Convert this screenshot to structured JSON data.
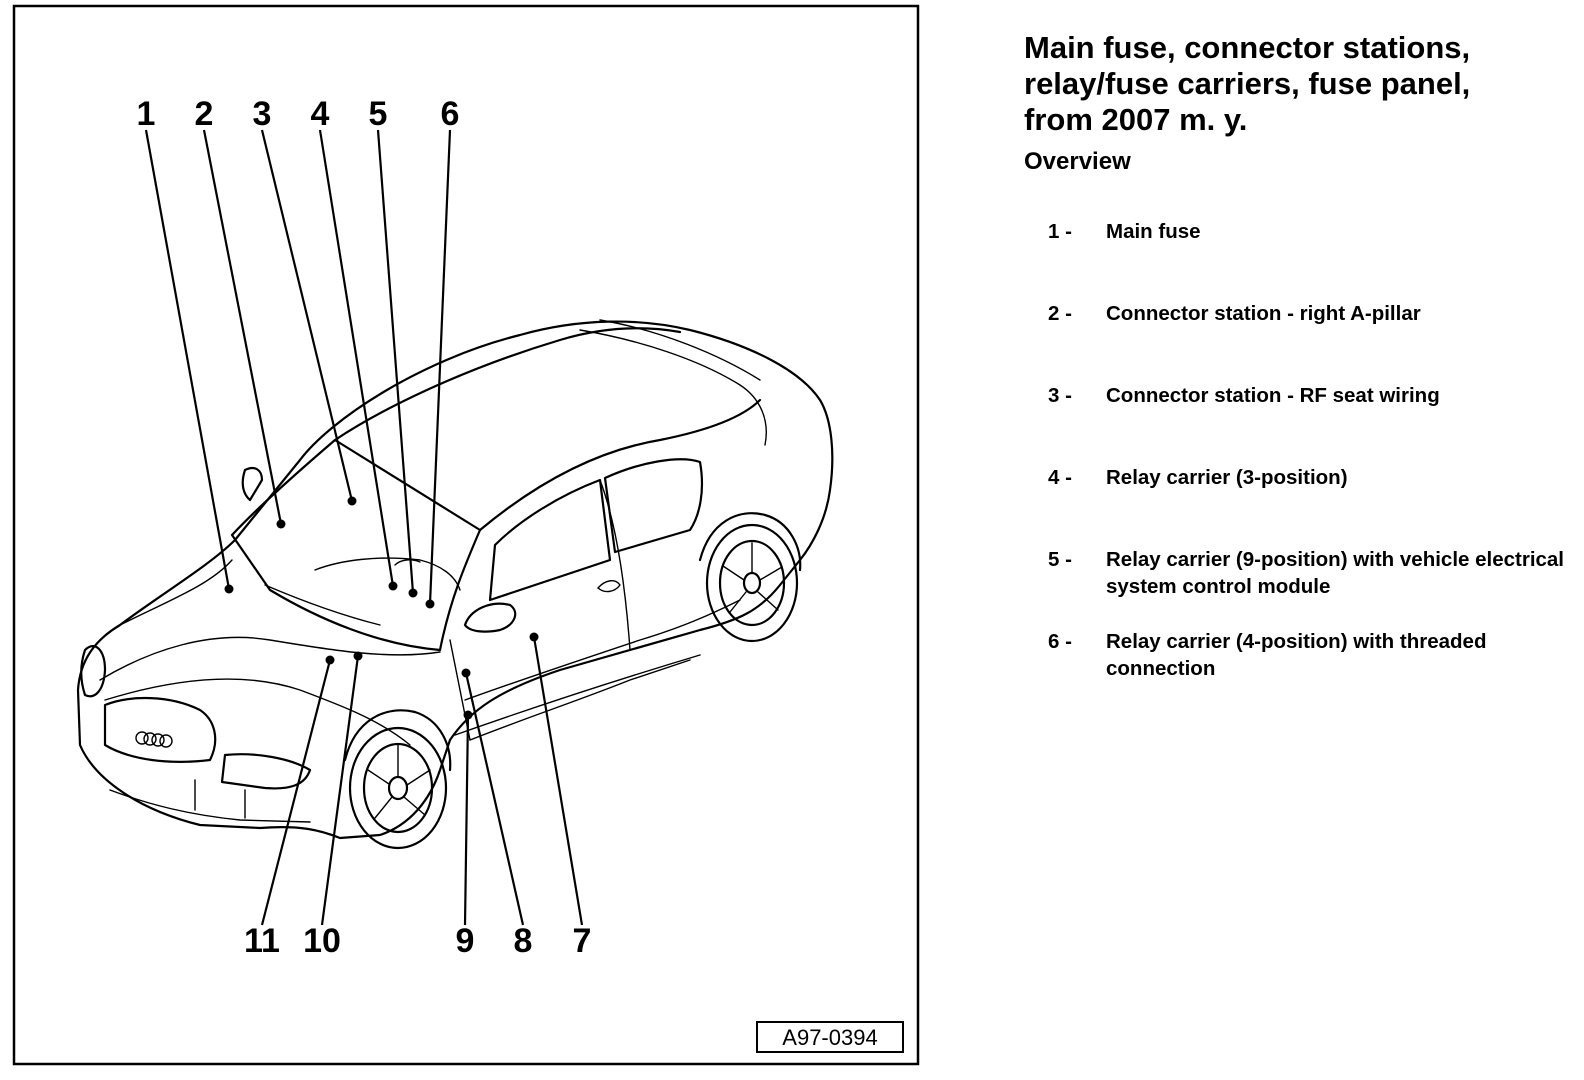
{
  "figure": {
    "id": "A97-0394",
    "callouts_top": [
      "1",
      "2",
      "3",
      "4",
      "5",
      "6"
    ],
    "callouts_bottom": [
      "11",
      "10",
      "9",
      "8",
      "7"
    ]
  },
  "panel": {
    "title_lines": [
      "Main fuse, connector stations,",
      "relay/fuse carriers, fuse panel,",
      "from 2007 m. y."
    ],
    "subtitle": "Overview",
    "items": [
      {
        "num": "1 -",
        "desc": "Main fuse"
      },
      {
        "num": "2 -",
        "desc": "Connector station - right A-pillar"
      },
      {
        "num": "3 -",
        "desc": "Connector station - RF seat wiring"
      },
      {
        "num": "4 -",
        "desc": "Relay carrier (3-position)"
      },
      {
        "num": "5 -",
        "desc": "Relay carrier (9-position) with vehicle electrical system control module"
      },
      {
        "num": "6 -",
        "desc": "Relay carrier (4-position) with threaded connection"
      }
    ]
  }
}
